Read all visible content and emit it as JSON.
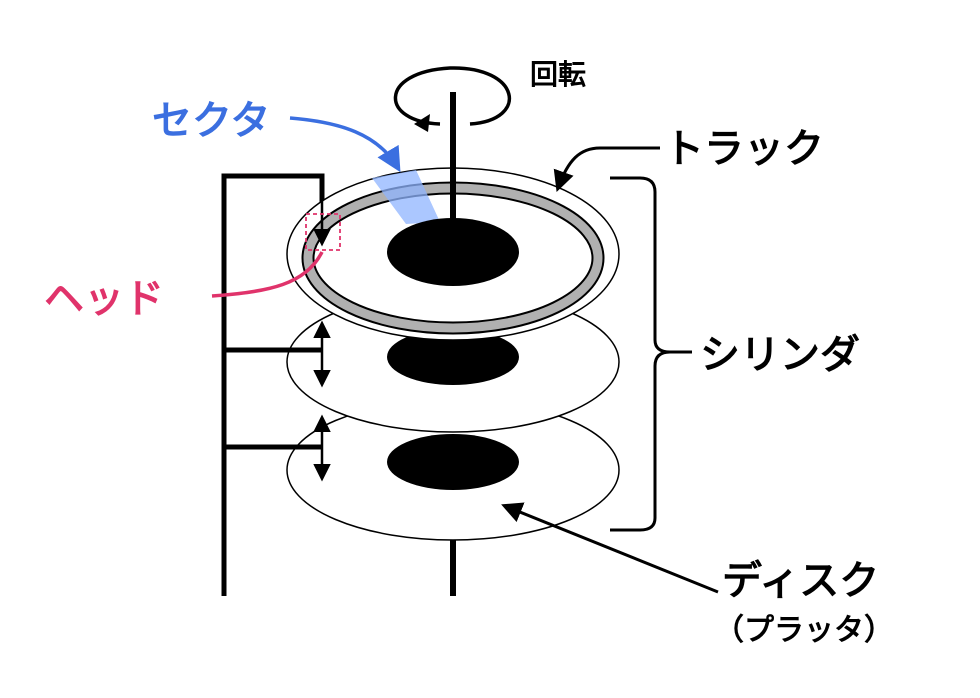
{
  "labels": {
    "rotation": "回転",
    "sector": "セクタ",
    "track": "トラック",
    "head": "ヘッド",
    "cylinder": "シリンダ",
    "disk": "ディスク",
    "platter": "（プラッタ）"
  },
  "colors": {
    "line": "#000000",
    "sector": "#3b6fe0",
    "sector_fill": "#8fb4ff",
    "head": "#e0336b",
    "track": "#b0b0b0",
    "hub": "#000000",
    "disk_fill": "#ffffff"
  }
}
